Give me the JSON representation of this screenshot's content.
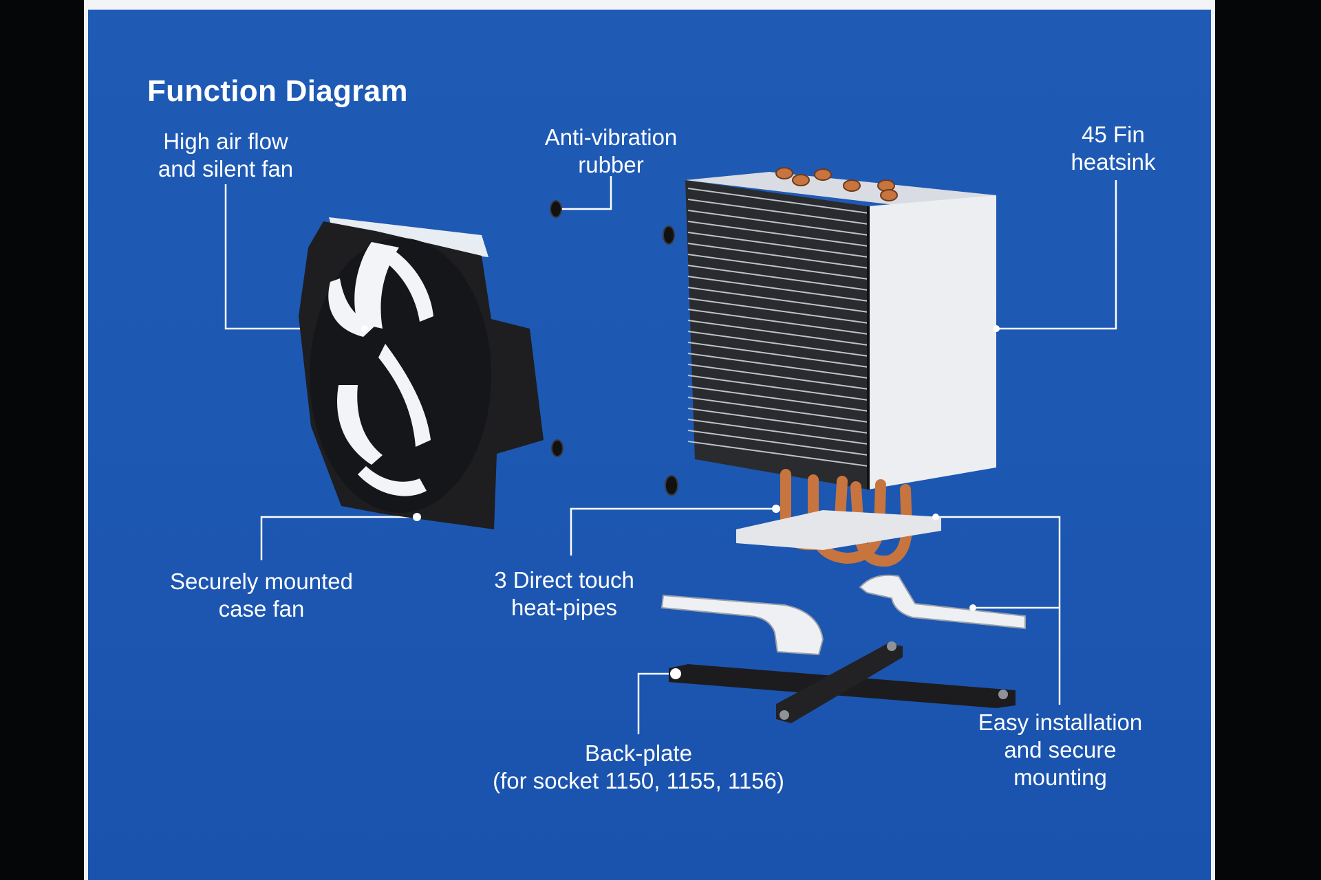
{
  "title": "Function Diagram",
  "labels": {
    "fan_line1": "High air flow",
    "fan_line2": "and silent fan",
    "rubber_line1": "Anti-vibration",
    "rubber_line2": "rubber",
    "heatsink_line1": "45 Fin",
    "heatsink_line2": "heatsink",
    "case_fan_line1": "Securely mounted",
    "case_fan_line2": "case fan",
    "heatpipes_line1": "3 Direct touch",
    "heatpipes_line2": "heat-pipes",
    "install_line1": "Easy installation",
    "install_line2": "and secure",
    "install_line3": "mounting",
    "backplate_line1": "Back-plate",
    "backplate_line2": "(for socket 1150, 1155, 1156)"
  },
  "colors": {
    "background": "#1d58b3",
    "text": "#ffffff",
    "fan_frame": "#1e1e20",
    "fan_blade": "#f2f4f8",
    "heatsink": "#e9eaec",
    "copper": "#c8743e",
    "backplate": "#1c1c1e"
  }
}
